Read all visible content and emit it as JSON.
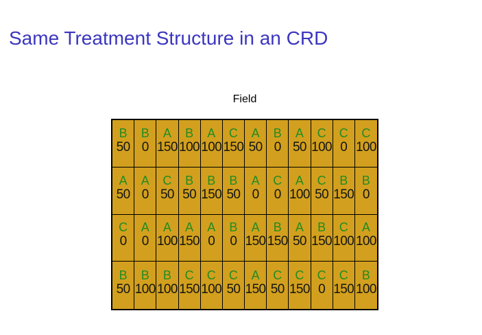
{
  "slide": {
    "title": "Same Treatment Structure in an CRD"
  },
  "figure": {
    "label": "Field",
    "rows": 4,
    "cols": 12,
    "cells": [
      [
        {
          "t": "B",
          "v": "50"
        },
        {
          "t": "B",
          "v": "0"
        },
        {
          "t": "A",
          "v": "150"
        },
        {
          "t": "B",
          "v": "100"
        },
        {
          "t": "A",
          "v": "100"
        },
        {
          "t": "C",
          "v": "150"
        },
        {
          "t": "A",
          "v": "50"
        },
        {
          "t": "B",
          "v": "0"
        },
        {
          "t": "A",
          "v": "50"
        },
        {
          "t": "C",
          "v": "100"
        },
        {
          "t": "C",
          "v": "0"
        },
        {
          "t": "C",
          "v": "100"
        }
      ],
      [
        {
          "t": "A",
          "v": "50"
        },
        {
          "t": "A",
          "v": "0"
        },
        {
          "t": "C",
          "v": "50"
        },
        {
          "t": "B",
          "v": "50"
        },
        {
          "t": "B",
          "v": "150"
        },
        {
          "t": "B",
          "v": "50"
        },
        {
          "t": "A",
          "v": "0"
        },
        {
          "t": "C",
          "v": "0"
        },
        {
          "t": "A",
          "v": "100"
        },
        {
          "t": "C",
          "v": "50"
        },
        {
          "t": "B",
          "v": "150"
        },
        {
          "t": "B",
          "v": "0"
        }
      ],
      [
        {
          "t": "C",
          "v": "0"
        },
        {
          "t": "A",
          "v": "0"
        },
        {
          "t": "A",
          "v": "100"
        },
        {
          "t": "A",
          "v": "150"
        },
        {
          "t": "A",
          "v": "0"
        },
        {
          "t": "B",
          "v": "0"
        },
        {
          "t": "A",
          "v": "150"
        },
        {
          "t": "B",
          "v": "150"
        },
        {
          "t": "A",
          "v": "50"
        },
        {
          "t": "B",
          "v": "150"
        },
        {
          "t": "C",
          "v": "100"
        },
        {
          "t": "A",
          "v": "100"
        }
      ],
      [
        {
          "t": "B",
          "v": "50"
        },
        {
          "t": "B",
          "v": "100"
        },
        {
          "t": "B",
          "v": "100"
        },
        {
          "t": "C",
          "v": "150"
        },
        {
          "t": "C",
          "v": "100"
        },
        {
          "t": "C",
          "v": "50"
        },
        {
          "t": "A",
          "v": "150"
        },
        {
          "t": "C",
          "v": "50"
        },
        {
          "t": "C",
          "v": "150"
        },
        {
          "t": "C",
          "v": "0"
        },
        {
          "t": "C",
          "v": "150"
        },
        {
          "t": "B",
          "v": "100"
        }
      ]
    ]
  },
  "colors": {
    "title": "#3B36BE",
    "field_label": "#000000",
    "cell_background": "#D2A01E",
    "treatment_letter": "#228B22",
    "rate_number": "#141414",
    "grid_border": "#000000"
  }
}
